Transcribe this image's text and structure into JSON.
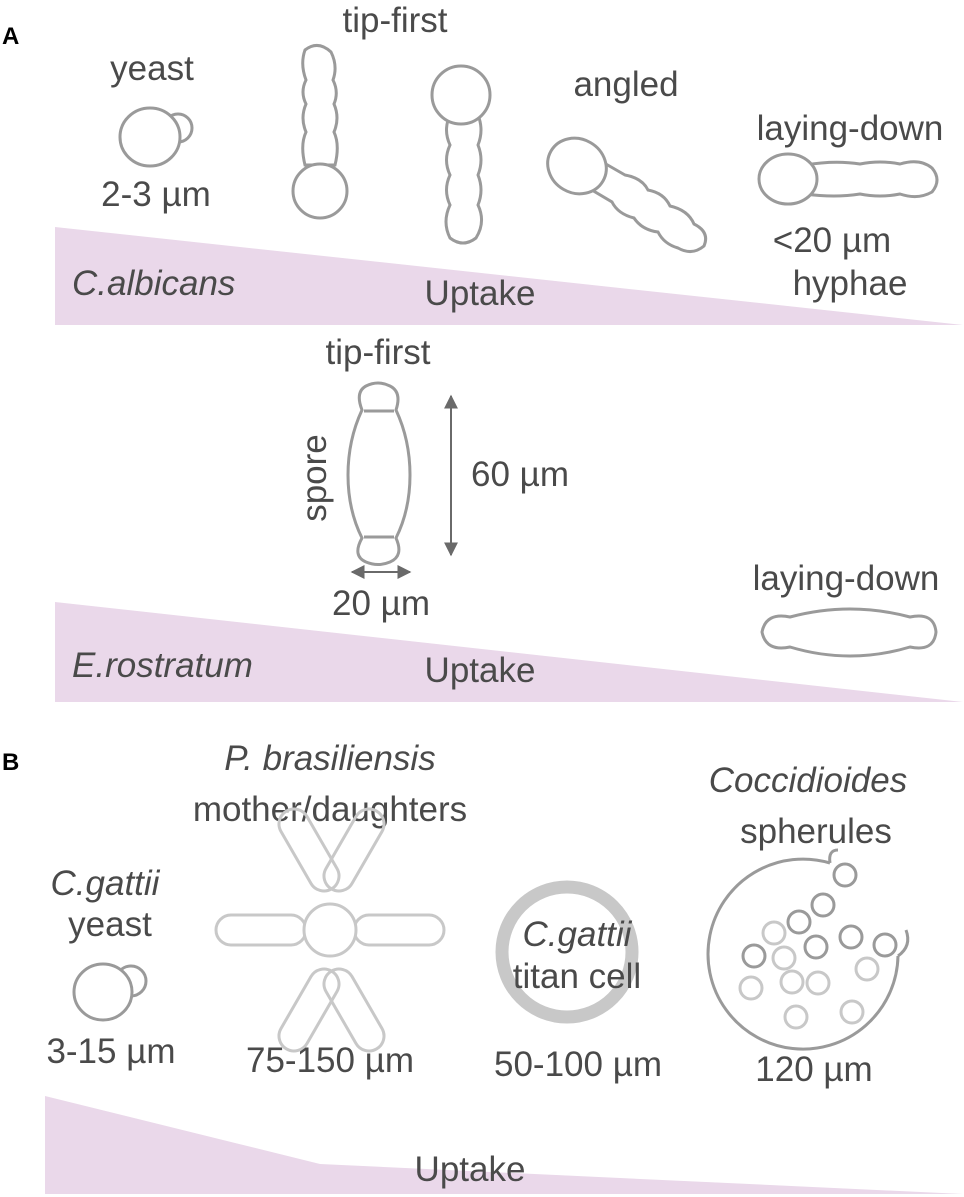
{
  "panel_a": {
    "letter": "A",
    "colors": {
      "wedge": "#ead8ea",
      "outline": "#9a9a9a",
      "arrow": "#6a6a6a",
      "text": "#4a4a4a"
    },
    "calbicans": {
      "organism": "C.albicans",
      "uptake": "Uptake",
      "yeast_label": "yeast",
      "yeast_size": "2-3 µm",
      "tip_first_label": "tip-first",
      "angled_label": "angled",
      "laying_down_label": "laying-down",
      "hyphae_size": "<20 µm",
      "hyphae_label": "hyphae"
    },
    "erostratum": {
      "organism": "E.rostratum",
      "uptake": "Uptake",
      "tip_first_label": "tip-first",
      "spore_label": "spore",
      "length": "60 µm",
      "width": "20 µm",
      "laying_down_label": "laying-down"
    }
  },
  "panel_b": {
    "letter": "B",
    "colors": {
      "wedge": "#ead8ea",
      "outline": "#9a9a9a",
      "titan_wall": "#c8c8c8",
      "light": "#c8c8c8"
    },
    "uptake": "Uptake",
    "cgattii_yeast": {
      "organism": "C.gattii",
      "label": "yeast",
      "size": "3-15 µm"
    },
    "pbrasiliensis": {
      "organism": "P. brasiliensis",
      "label": "mother/daughters",
      "size": "75-150 µm"
    },
    "cgattii_titan": {
      "organism": "C.gattii",
      "label": "titan cell",
      "size": "50-100 µm"
    },
    "coccidioides": {
      "organism": "Coccidioides",
      "label": "spherules",
      "size": "120 µm"
    }
  }
}
